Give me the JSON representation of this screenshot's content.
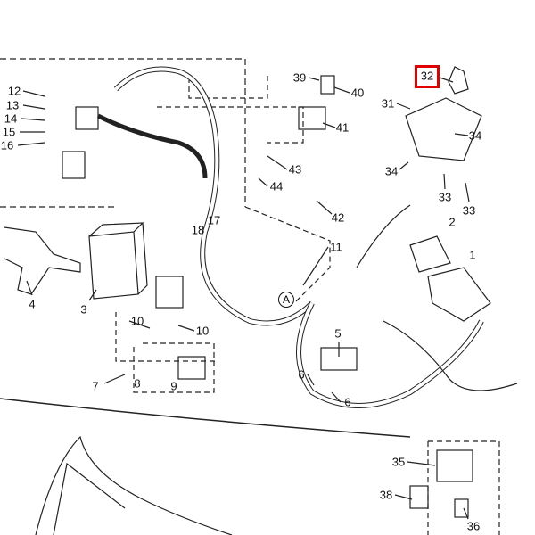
{
  "diagram": {
    "highlighted_part": "32",
    "callouts": {
      "p12": "12",
      "p13": "13",
      "p14": "14",
      "p15": "15",
      "p16": "16",
      "p39": "39",
      "p40": "40",
      "p41": "41",
      "p43": "43",
      "p44": "44",
      "p42": "42",
      "p32": "32",
      "p31": "31",
      "p34a": "34",
      "p34b": "34",
      "p33a": "33",
      "p33b": "33",
      "p2": "2",
      "p1": "1",
      "p17": "17",
      "p18": "18",
      "p11": "11",
      "pA": "A",
      "p4": "4",
      "p3": "3",
      "p10a": "10",
      "p10b": "10",
      "p8": "8",
      "p9": "9",
      "p7": "7",
      "p5": "5",
      "p6a": "6",
      "p6b": "6",
      "p35": "35",
      "p38": "38",
      "p36": "36"
    },
    "highlight_color": "#e00000"
  }
}
